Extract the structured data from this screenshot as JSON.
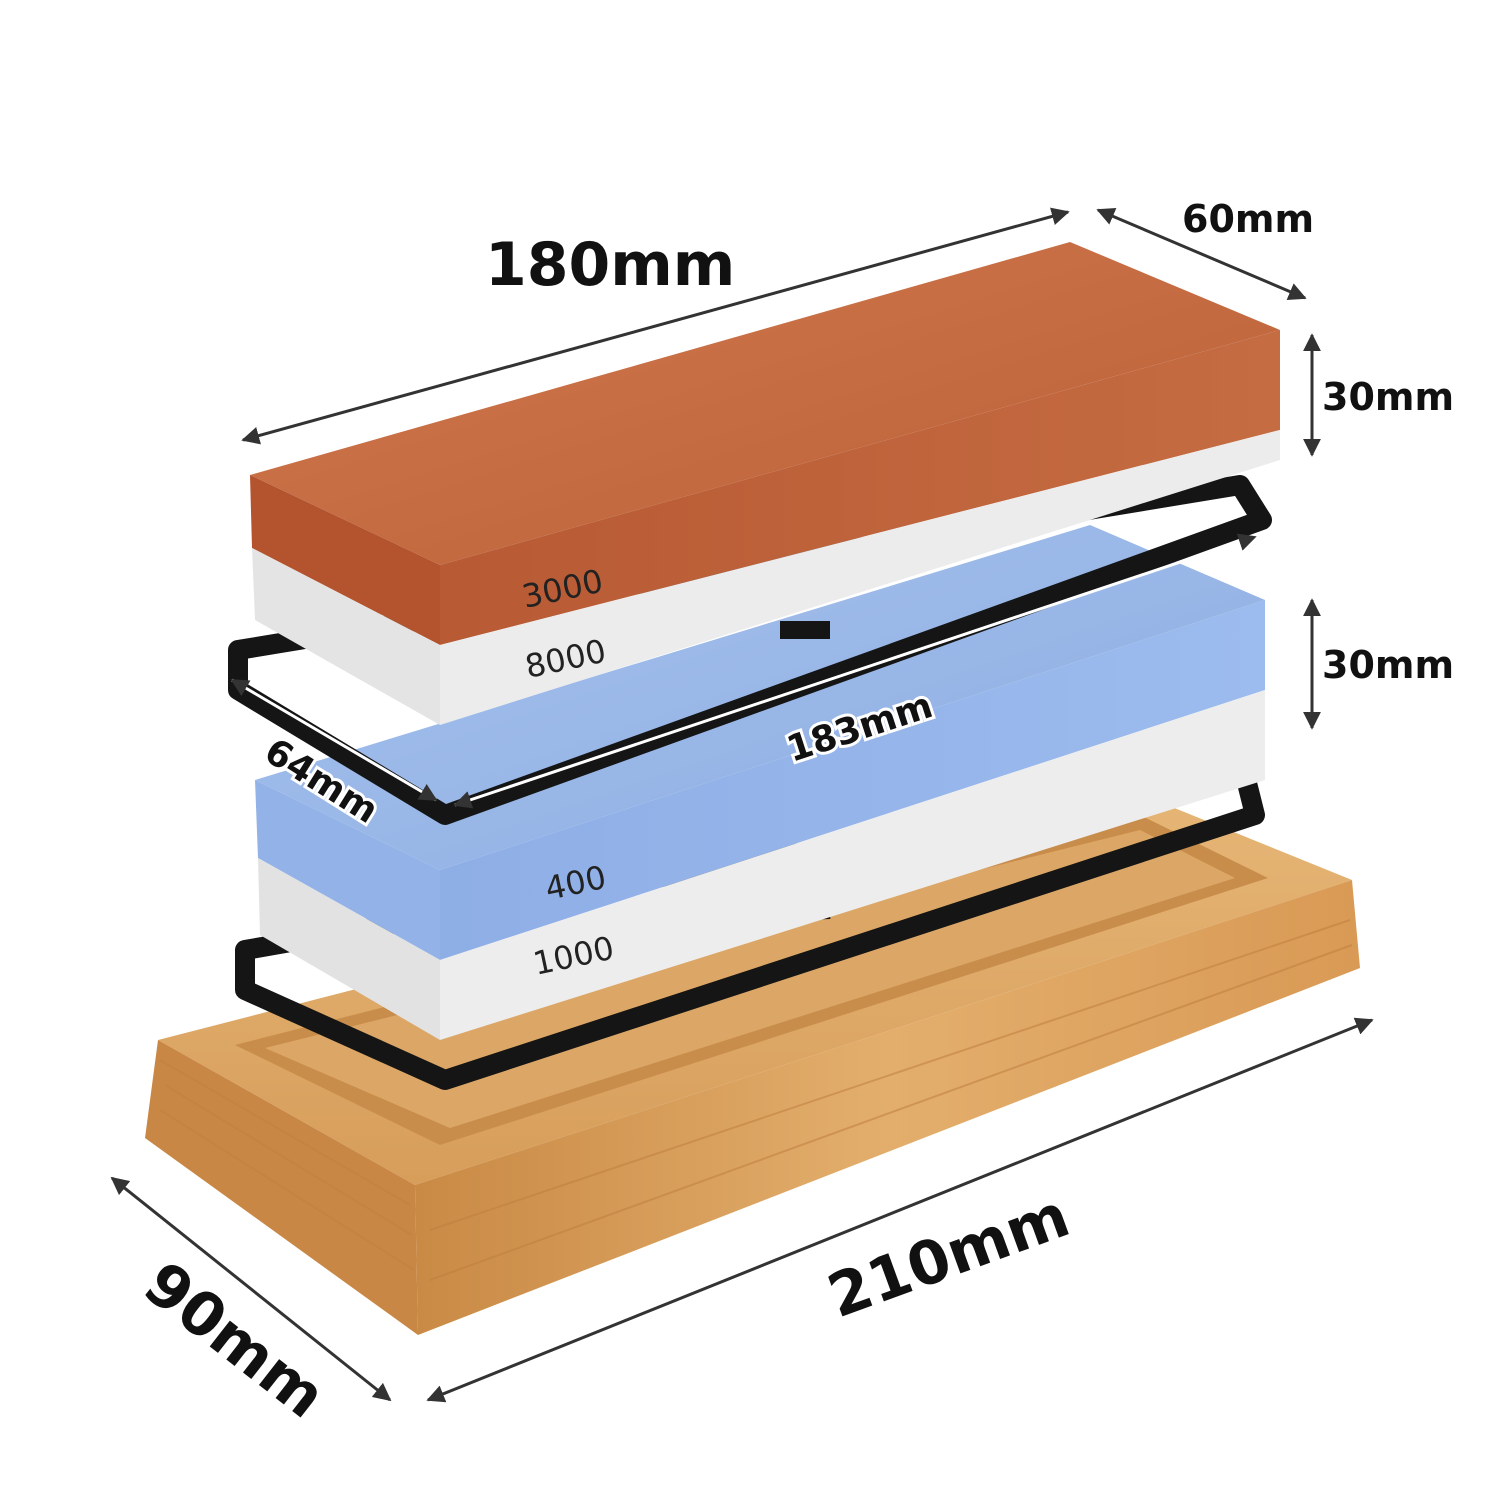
{
  "colors": {
    "orange_stone": "#c2683f",
    "blue_stone": "#8fb0e6",
    "white_layer": "#eeeeee",
    "bamboo": "#d9a15e",
    "holder": "#151515"
  },
  "stones": {
    "top": {
      "upper_grit": "3000",
      "lower_grit": "8000"
    },
    "bottom": {
      "upper_grit": "400",
      "lower_grit": "1000"
    }
  },
  "dimensions": {
    "stone_length": "180mm",
    "stone_width": "60mm",
    "top_stone_height": "30mm",
    "bottom_stone_height": "30mm",
    "holder_length": "183mm",
    "holder_width": "64mm",
    "base_length": "210mm",
    "base_width": "90mm"
  }
}
